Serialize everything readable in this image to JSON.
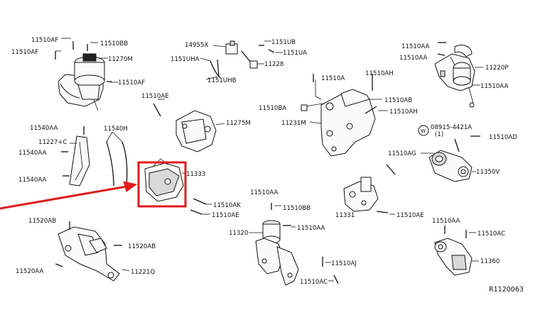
{
  "labels": {
    "l11510AF_1": "11510AF",
    "l11510BB_1": "11510BB",
    "l11510AF_2": "11510AF",
    "l11270M": "11270M",
    "l11510AF_3": "11510AF",
    "l11510AE_1": "11510AE",
    "l14955X": "14955X",
    "l1151UB": "1151UB",
    "l1151UA": "1151UA",
    "l1151UHA": "1151UHA",
    "l11228": "11228",
    "l1151UHB": "1151UHB",
    "l11510AA_1": "11510AA",
    "l11510AA_2": "11510AA",
    "l11220P": "11220P",
    "l11510AA_3": "11510AA",
    "l11510A": "11510A",
    "l11510AH_1": "11510AH",
    "l11510AB": "11510AB",
    "l11510BA": "11510BA",
    "l11510AH_2": "11510AH",
    "l11231M": "11231M",
    "l11275M": "11275M",
    "l11540AA_1": "11540AA",
    "l11540H": "11540H",
    "l11227C": "11227+C",
    "l11540AA_2": "11540AA",
    "l11540AA_3": "11540AA",
    "l08915": "08915-4421A",
    "l08915_qty": "(1)",
    "l08915_badge": "W",
    "l11510AD": "11510AD",
    "l11510AG": "11510AG",
    "l11350V": "11350V",
    "l11333": "11333",
    "l11510AK": "11510AK",
    "l11510AE_2": "11510AE",
    "l11510AA_4": "11510AA",
    "l11510BB_2": "11510BB",
    "l11331": "11331",
    "l11510AE_3": "11510AE",
    "l11520AB_1": "11520AB",
    "l11520AB_2": "11520AB",
    "l11520AA": "11520AA",
    "l11221Q": "11221Q",
    "l11320": "11320",
    "l11510AA_5": "11510AA",
    "l11510AJ": "11510AJ",
    "l11510AC_1": "11510AC",
    "l11510AA_6": "11510AA",
    "l11510AC_2": "11510AC",
    "l11360": "11360",
    "ref": "R1120063"
  },
  "colors": {
    "highlight": "#e01b1b",
    "line": "#111111",
    "background": "#ffffff"
  }
}
